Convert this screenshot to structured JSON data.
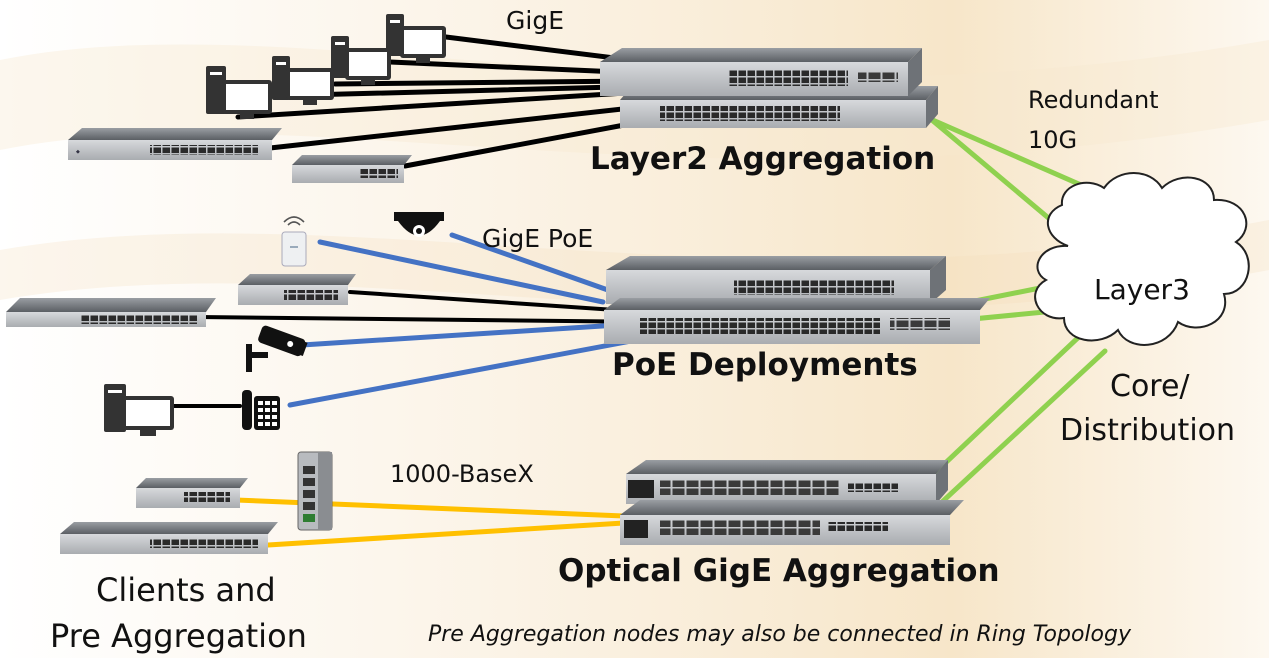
{
  "labels": {
    "gige": "GigE",
    "redundant_10g_line1": "Redundant",
    "redundant_10g_line2": "10G",
    "layer2_aggregation": "Layer2 Aggregation",
    "gige_poe": "GigE PoE",
    "layer3": "Layer3",
    "poe_deployments": "PoE Deployments",
    "core_distribution_line1": "Core/",
    "core_distribution_line2": "Distribution",
    "base_x": "1000-BaseX",
    "optical_gige_aggregation": "Optical GigE Aggregation",
    "clients_line1": "Clients and",
    "clients_line2": "Pre Aggregation",
    "footnote": "Pre Aggregation nodes may also be connected in Ring Topology"
  },
  "link_colors": {
    "copper": "#000000",
    "poe": "#4472c4",
    "ten_g": "#8fd14f",
    "fiber": "#ffc000"
  },
  "icons": [
    "desktop-computer-icon",
    "wifi-access-point-icon",
    "dome-camera-icon",
    "bullet-camera-icon",
    "ip-phone-icon",
    "cloud-icon",
    "network-switch-icon",
    "din-rail-switch-icon"
  ]
}
